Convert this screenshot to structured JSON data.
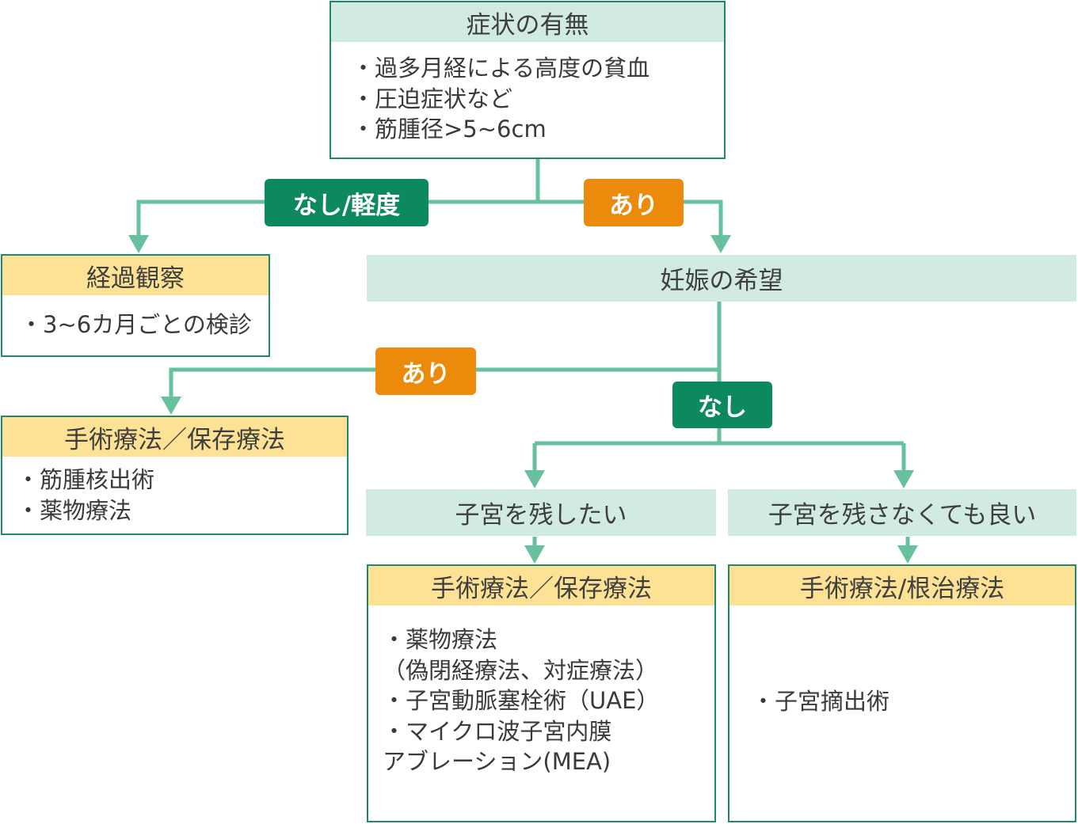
{
  "colors": {
    "line": "#66c19c",
    "box_border": "#1f8a6a",
    "header_green": "#d2ebe0",
    "header_yellow": "#fde295",
    "tag_dark_green": "#0d8a5d",
    "tag_orange": "#ec8a0c"
  },
  "symptoms": {
    "title": "症状の有無",
    "items": [
      "・過多月経による高度の貧血",
      "・圧迫症状など",
      "・筋腫径>5~6cm"
    ]
  },
  "labels": {
    "none_mild": "なし/軽度",
    "yes_1": "あり",
    "yes_2": "あり",
    "no": "なし"
  },
  "observation": {
    "title": "経過観察",
    "items": [
      "・3~6カ月ごとの検診"
    ]
  },
  "pregnancy_wish": "妊娠の希望",
  "left_treatment": {
    "title": "手術療法／保存療法",
    "items": [
      "・筋腫核出術",
      "・薬物療法"
    ]
  },
  "keep_uterus": "子宮を残したい",
  "no_keep_uterus": "子宮を残さなくても良い",
  "mid_treatment": {
    "title": "手術療法／保存療法",
    "items": [
      "・薬物療法",
      " （偽閉経療法、対症療法）",
      "・子宮動脈塞栓術（UAE）",
      "・マイクロ波子宮内膜",
      " アブレーション(MEA)"
    ]
  },
  "right_treatment": {
    "title": "手術療法/根治療法",
    "items": [
      "・子宮摘出術"
    ]
  }
}
